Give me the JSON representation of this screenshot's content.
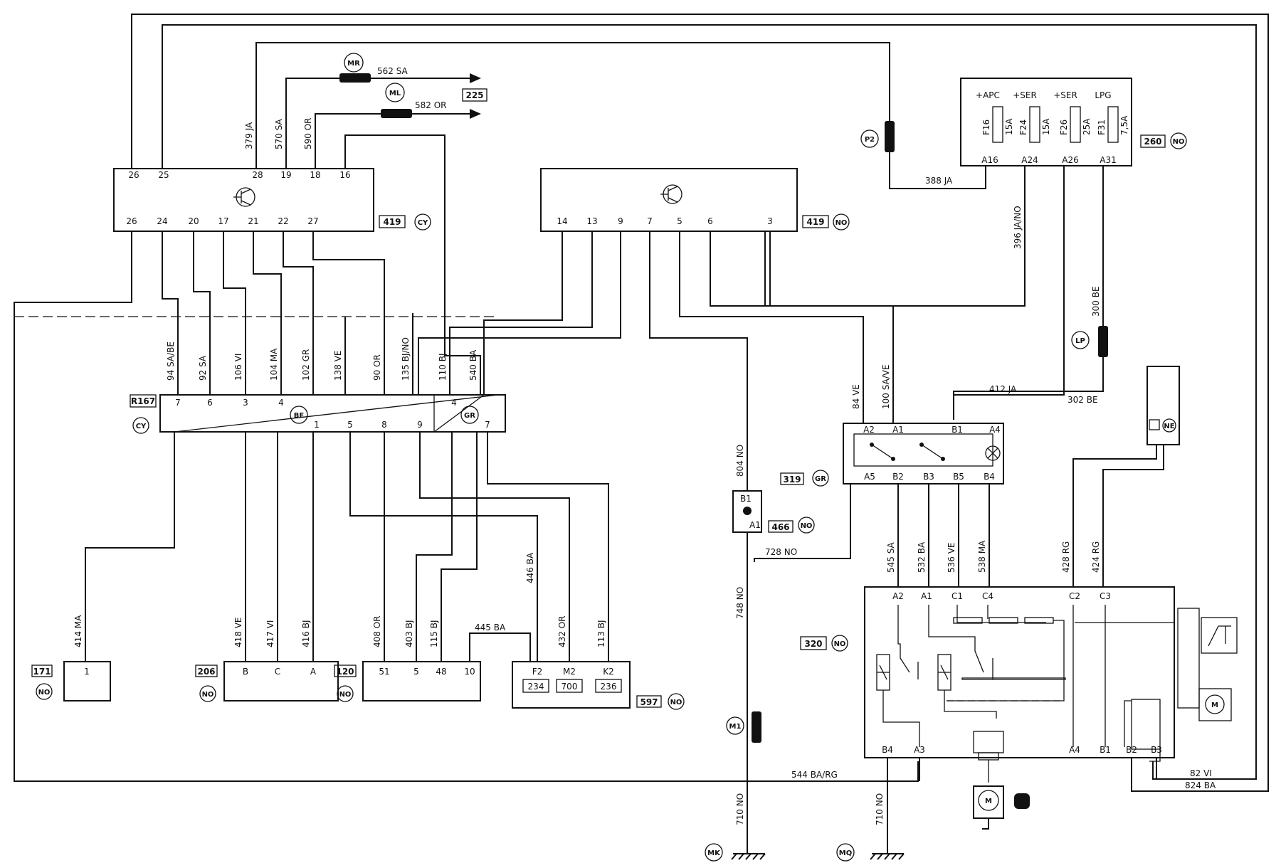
{
  "units": {
    "u419cy": {
      "ref": "419",
      "loc": "CY",
      "top_pins": [
        "26",
        "25",
        "28",
        "19",
        "18",
        "16"
      ],
      "bottom_pins": [
        "26",
        "24",
        "20",
        "17",
        "21",
        "22",
        "27"
      ]
    },
    "u419no": {
      "ref": "419",
      "loc": "NO",
      "bottom_pins": [
        "14",
        "13",
        "9",
        "7",
        "5",
        "6",
        "3"
      ]
    },
    "u260": {
      "ref": "260",
      "loc": "NO",
      "fuses": [
        {
          "name": "+APC",
          "id": "F16",
          "rating": "15A",
          "pin": "A16"
        },
        {
          "name": "+SER",
          "id": "F24",
          "rating": "15A",
          "pin": "A24"
        },
        {
          "name": "+SER",
          "id": "F26",
          "rating": "25A",
          "pin": "A26"
        },
        {
          "name": "LPG",
          "id": "F31",
          "rating": "7,5A",
          "pin": "A31"
        }
      ]
    },
    "r167": {
      "ref": "R167",
      "loc": "CY",
      "be": "BE",
      "gr": "GR",
      "top_pins": [
        "7",
        "6",
        "3",
        "4",
        "4"
      ],
      "bottom_pins": [
        "1",
        "5",
        "8",
        "9",
        "7"
      ]
    },
    "u319": {
      "ref": "319",
      "loc": "GR",
      "top_pins": [
        "A2",
        "A1",
        "B1",
        "A4"
      ],
      "bottom_pins": [
        "A5",
        "B2",
        "B3",
        "B5",
        "B4"
      ]
    },
    "u320": {
      "ref": "320",
      "loc": "NO",
      "top_pins": [
        "A2",
        "A1",
        "C1",
        "C4",
        "C2",
        "C3"
      ],
      "bottom_pins": [
        "B4",
        "A3",
        "A4",
        "B1",
        "B2",
        "B3"
      ]
    },
    "u466": {
      "ref": "466",
      "loc": "NO",
      "pins": [
        "B1",
        "A1"
      ]
    },
    "u171": {
      "ref": "171",
      "loc": "NO",
      "pin": "1"
    },
    "u206": {
      "ref": "206",
      "loc": "NO",
      "pins": [
        "B",
        "C",
        "A"
      ]
    },
    "u120": {
      "ref": "120",
      "loc": "NO",
      "pins": [
        "51",
        "5",
        "48",
        "10"
      ]
    },
    "u597": {
      "ref": "597",
      "loc": "NO",
      "pins": [
        "F2",
        "M2",
        "K2"
      ],
      "subs": [
        "234",
        "700",
        "236"
      ]
    },
    "u225": {
      "ref": "225"
    }
  },
  "connectors": [
    "MR",
    "ML",
    "P2",
    "LP",
    "M1",
    "MK",
    "MQ",
    "NE"
  ],
  "wires": {
    "w562": "562 SA",
    "w582": "582 OR",
    "w379": "379 JA",
    "w570": "570 SA",
    "w590": "590 OR",
    "w388": "388 JA",
    "w396": "396 JA/NO",
    "w300": "300 BE",
    "w412": "412 JA",
    "w302": "302 BE",
    "w94": "94 SA/BE",
    "w92": "92 SA",
    "w106": "106 VI",
    "w104": "104 MA",
    "w102": "102 GR",
    "w138": "138 VE",
    "w90": "90 OR",
    "w135": "135 BJ/NO",
    "w110": "110 BJ",
    "w540": "540 BA",
    "w84": "84 VE",
    "w100": "100 SA/VE",
    "w804": "804 NO",
    "w728": "728 NO",
    "w748": "748 NO",
    "w414": "414 MA",
    "w418": "418 VE",
    "w417": "417 VI",
    "w416": "416 BJ",
    "w408": "408 OR",
    "w403": "403 BJ",
    "w115": "115 BJ",
    "w445": "445 BA",
    "w446": "446 BA",
    "w432": "432 OR",
    "w113": "113 BJ",
    "w545": "545 SA",
    "w532": "532 BA",
    "w536": "536 VE",
    "w538": "538 MA",
    "w428": "428 RG",
    "w424": "424 RG",
    "w544": "544 BA/RG",
    "w710a": "710 NO",
    "w710b": "710 NO",
    "w82": "82 VI",
    "w824": "824 BA"
  }
}
